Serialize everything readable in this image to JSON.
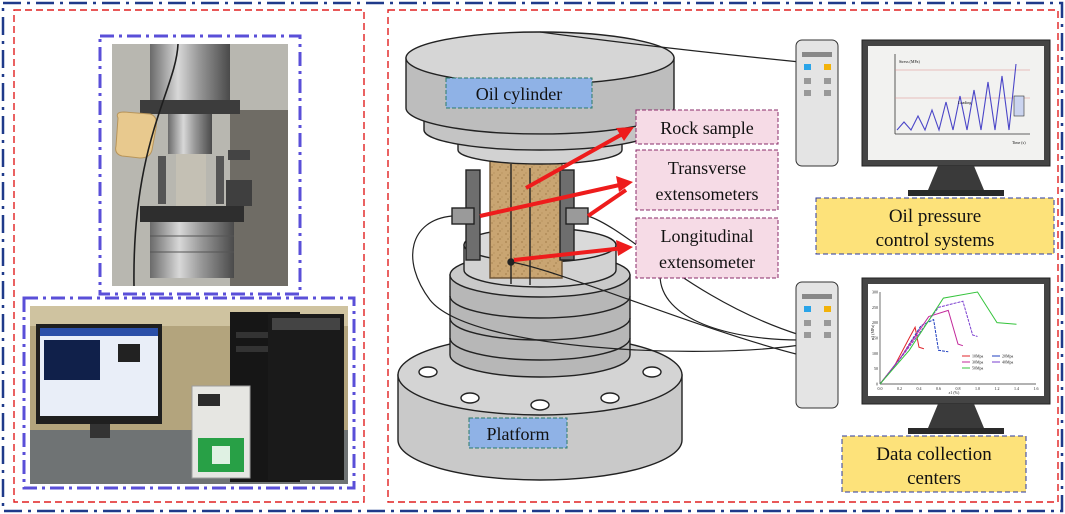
{
  "labels": {
    "oil_cylinder": "Oil cylinder",
    "platform": "Platform",
    "rock_sample": "Rock sample",
    "transverse_line1": "Transverse",
    "transverse_line2": "extensometers",
    "longitudinal_line1": "Longitudinal",
    "longitudinal_line2": "extensometer",
    "oil_pressure_line1": "Oil pressure",
    "oil_pressure_line2": "control systems",
    "data_collection_line1": "Data collection",
    "data_collection_line2": "centers"
  },
  "monitor_top": {
    "axis_y_label": "Stress (MPa)",
    "axis_x_label": "Time (s)",
    "mid_label": "Loading"
  },
  "monitor_bottom": {
    "y_axis_label": "σ1 (MPa)",
    "x_axis_label": "ε1 (%)",
    "y_ticks": [
      "0",
      "50",
      "100",
      "150",
      "200",
      "250",
      "300"
    ],
    "x_ticks": [
      "0.0",
      "0.2",
      "0.4",
      "0.6",
      "0.8",
      "1.0",
      "1.2",
      "1.4",
      "1.6"
    ],
    "legend": [
      "10Mpa",
      "20Mpa",
      "30Mpa",
      "40Mpa",
      "50Mpa"
    ],
    "legend_colors": [
      "#e0242b",
      "#1f3fbf",
      "#c2289a",
      "#7a3fcf",
      "#35c43c"
    ]
  },
  "colors": {
    "outer_border": "#1f3a8a",
    "panel_border": "#e02020",
    "photo_border": "#5a4fd8",
    "label_blue_fill": "#8fb2e6",
    "label_pink_fill": "#f6dbe6",
    "label_yellow_fill": "#fde27a",
    "arrow": "#ee1c1c",
    "rock": "#c9a572"
  }
}
